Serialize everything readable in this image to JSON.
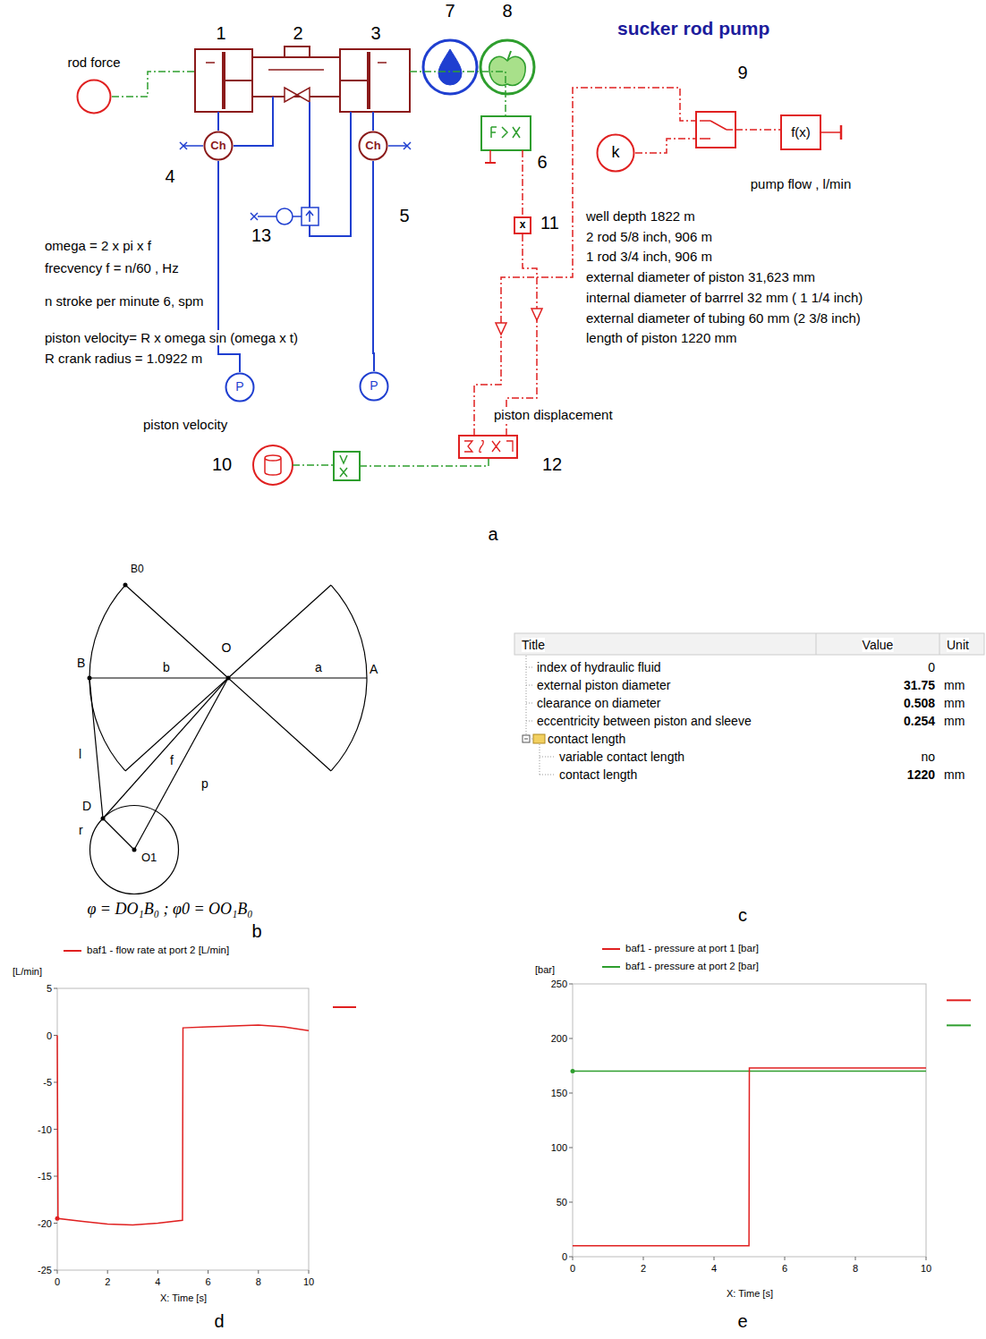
{
  "diagram": {
    "title": "sucker rod pump",
    "nodes": [
      {
        "text": [
          "rod force"
        ]
      },
      {
        "text": [
          "Ch"
        ]
      },
      {
        "text": [
          "Ch"
        ]
      },
      {
        "text": [
          "k"
        ]
      },
      {
        "text": [
          "f(x)",
          "pump flow , l/min"
        ]
      },
      {
        "text": [
          "x"
        ]
      },
      {
        "text": [
          "P"
        ]
      },
      {
        "text": [
          "P"
        ]
      }
    ],
    "edges": [
      {
        "from": 1,
        "to": 6,
        "arrow": "none"
      },
      {
        "from": 2,
        "to": 7,
        "arrow": "none"
      }
    ],
    "labels": [
      "1",
      "2",
      "3",
      "7",
      "8",
      "9",
      "4",
      "5",
      "6",
      "13",
      "11",
      "10",
      "12",
      "omega = 2 x pi x f",
      "frecvency f = n/60 , Hz",
      "n stroke per minute 6, spm",
      "piston velocity= R x omega sin (omega x t)",
      "R crank radius = 1.0922 m",
      "piston velocity",
      "piston displacement",
      "well depth 1822 m",
      "2 rod 5/8 inch, 906 m",
      "1 rod 3/4 inch, 906 m",
      "external diameter of piston 31,623 mm",
      "internal diameter of barrrel 32 mm ( 1 1/4 inch)",
      "external diameter of tubing 60 mm (2 3/8 inch)",
      "length of piston 1220 mm",
      "a",
      "B0",
      "B",
      "O",
      "A",
      "b",
      "a",
      "l",
      "f",
      "p",
      "D",
      "r",
      "O1",
      "φ = DO₁B₀ ; φ0 = OO₁B₀",
      "b",
      "c",
      "Title",
      "Value",
      "Unit",
      "index of hydraulic fluid",
      "0",
      "external piston diameter",
      "31.75",
      "mm",
      "clearance on diameter",
      "0.508",
      "mm",
      "eccentricity between piston and sleeve",
      "0.254",
      "mm",
      "contact length",
      "variable contact length",
      "no",
      "contact length",
      "1220",
      "mm",
      "[L/min]",
      "5",
      "0",
      "-5",
      "-10",
      "-15",
      "-20",
      "-25",
      "0",
      "2",
      "4",
      "6",
      "8",
      "10",
      "X: Time [s]",
      "d",
      "[bar]",
      "250",
      "200",
      "150",
      "100",
      "50",
      "0",
      "0",
      "2",
      "4",
      "6",
      "8",
      "10",
      "X: Time [s]",
      "e"
    ],
    "legend": [
      {
        "text": "baf1 - flow rate at port 2 [L/min]"
      },
      {
        "text": "baf1 - pressure at port 1 [bar]"
      },
      {
        "text": "baf1 - pressure at port 2 [bar]"
      }
    ]
  }
}
